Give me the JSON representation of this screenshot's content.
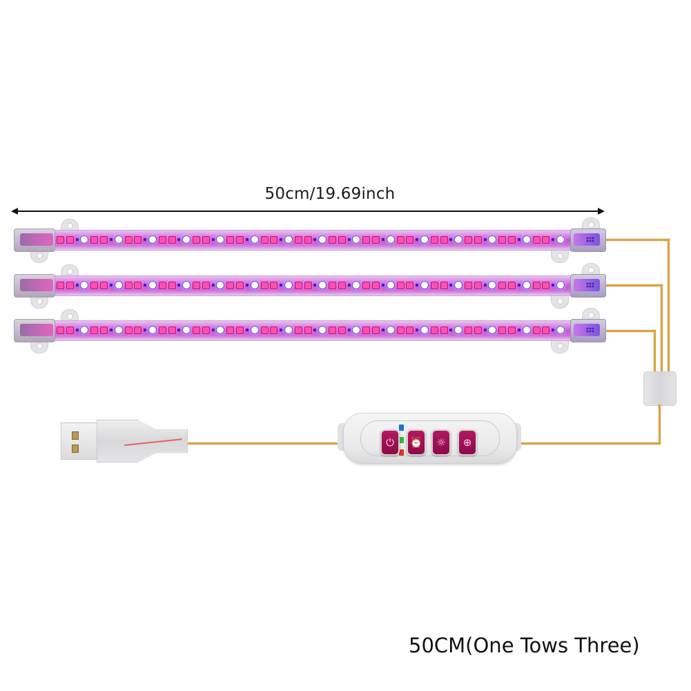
{
  "dimension": {
    "label": "50cm/19.69inch",
    "arrow": "double-headed-horizontal"
  },
  "product": {
    "strip_count": 3,
    "strips": [
      {
        "id": "strip-1",
        "led_colors": [
          "red",
          "blue",
          "white"
        ]
      },
      {
        "id": "strip-2",
        "led_colors": [
          "red",
          "blue",
          "white"
        ]
      },
      {
        "id": "strip-3",
        "led_colors": [
          "red",
          "blue",
          "white"
        ]
      }
    ],
    "controller": {
      "buttons": [
        {
          "name": "power",
          "icon": "power-icon",
          "glyph": "⏻"
        },
        {
          "name": "timer",
          "icon": "timer-icon",
          "glyph": "⏰"
        },
        {
          "name": "dim",
          "icon": "dim-brightness-icon",
          "glyph": "☼"
        },
        {
          "name": "mode",
          "icon": "light-mode-icon",
          "glyph": "⊕"
        }
      ],
      "indicators": [
        {
          "color": "#1e6fd6",
          "name": "blue-indicator"
        },
        {
          "color": "#2fbf3a",
          "name": "green-indicator"
        },
        {
          "color": "#e0302a",
          "name": "red-indicator"
        }
      ]
    },
    "connector": "usb-a"
  },
  "colors": {
    "wire": "#d9a441",
    "button": "#9e1055",
    "led_pink": "#ff4fb0",
    "led_blue": "#3a1fc8"
  },
  "caption": "50CM(One Tows Three)"
}
